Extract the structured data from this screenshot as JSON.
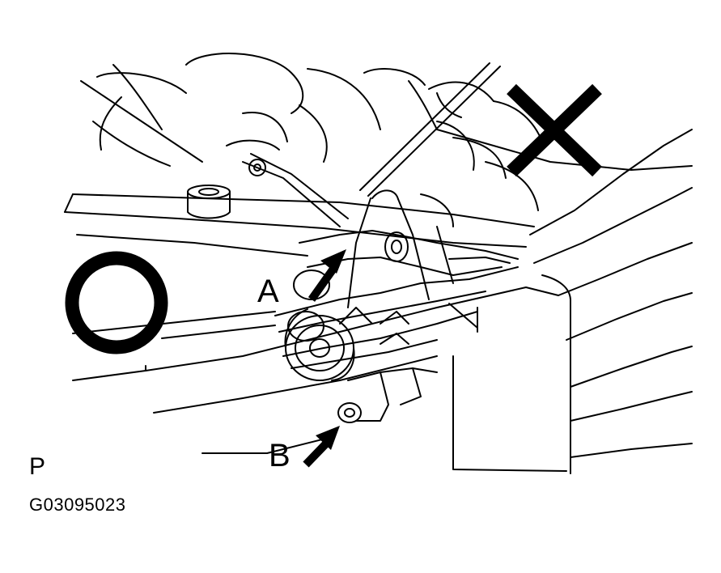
{
  "labels": {
    "a": "A",
    "b": "B",
    "p": "P",
    "figure_id": "G03095023"
  },
  "symbols": {
    "correct": "circle-o-mark",
    "incorrect": "x-mark"
  },
  "colors": {
    "ink": "#000000",
    "paper": "#ffffff"
  }
}
